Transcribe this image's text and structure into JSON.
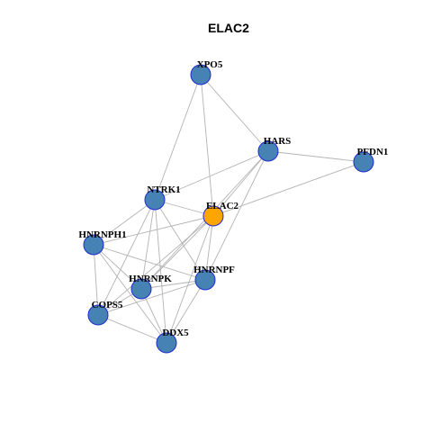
{
  "title": "ELAC2",
  "colors": {
    "default_node": "#4682b4",
    "focus_node": "#ffa500",
    "node_border": "#1f2bd1",
    "edge": "#b3b3b3"
  },
  "nodes": [
    {
      "id": "XPO5",
      "label": "XPO5",
      "focus": false
    },
    {
      "id": "HARS",
      "label": "HARS",
      "focus": false
    },
    {
      "id": "PFDN1",
      "label": "PFDN1",
      "focus": false
    },
    {
      "id": "NTRK1",
      "label": "NTRK1",
      "focus": false
    },
    {
      "id": "ELAC2",
      "label": "ELAC2",
      "focus": true
    },
    {
      "id": "HNRNPH1",
      "label": "HNRNPH1",
      "focus": false
    },
    {
      "id": "HNRNPF",
      "label": "HNRNPF",
      "focus": false
    },
    {
      "id": "HNRNPK",
      "label": "HNRNPK",
      "focus": false
    },
    {
      "id": "COPS5",
      "label": "COPS5",
      "focus": false
    },
    {
      "id": "DDX5",
      "label": "DDX5",
      "focus": false
    }
  ],
  "edges": [
    [
      "XPO5",
      "HARS"
    ],
    [
      "XPO5",
      "NTRK1"
    ],
    [
      "XPO5",
      "ELAC2"
    ],
    [
      "HARS",
      "PFDN1"
    ],
    [
      "HARS",
      "NTRK1"
    ],
    [
      "HARS",
      "ELAC2"
    ],
    [
      "HARS",
      "HNRNPF"
    ],
    [
      "HARS",
      "HNRNPK"
    ],
    [
      "PFDN1",
      "ELAC2"
    ],
    [
      "NTRK1",
      "ELAC2"
    ],
    [
      "NTRK1",
      "HNRNPH1"
    ],
    [
      "NTRK1",
      "HNRNPF"
    ],
    [
      "NTRK1",
      "HNRNPK"
    ],
    [
      "NTRK1",
      "COPS5"
    ],
    [
      "NTRK1",
      "DDX5"
    ],
    [
      "ELAC2",
      "HNRNPH1"
    ],
    [
      "ELAC2",
      "HNRNPF"
    ],
    [
      "ELAC2",
      "HNRNPK"
    ],
    [
      "ELAC2",
      "COPS5"
    ],
    [
      "ELAC2",
      "DDX5"
    ],
    [
      "HNRNPH1",
      "HNRNPF"
    ],
    [
      "HNRNPH1",
      "HNRNPK"
    ],
    [
      "HNRNPH1",
      "COPS5"
    ],
    [
      "HNRNPH1",
      "DDX5"
    ],
    [
      "HNRNPF",
      "HNRNPK"
    ],
    [
      "HNRNPF",
      "COPS5"
    ],
    [
      "HNRNPF",
      "DDX5"
    ],
    [
      "HNRNPK",
      "COPS5"
    ],
    [
      "HNRNPK",
      "DDX5"
    ],
    [
      "COPS5",
      "DDX5"
    ]
  ]
}
